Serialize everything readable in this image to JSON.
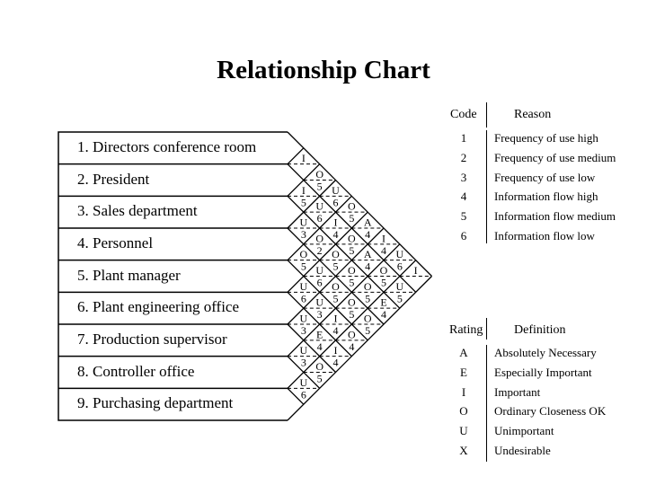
{
  "title": "Relationship Chart",
  "departments": [
    "1. Directors conference room",
    "2. President",
    "3. Sales department",
    "4. Personnel",
    "5. Plant manager",
    "6. Plant engineering office",
    "7. Production supervisor",
    "8. Controller office",
    "9. Purchasing department"
  ],
  "relationships": [
    {
      "pair": [
        1,
        2
      ],
      "rating": "I",
      "reason": ""
    },
    {
      "pair": [
        1,
        3
      ],
      "rating": "O",
      "reason": "5"
    },
    {
      "pair": [
        1,
        4
      ],
      "rating": "U",
      "reason": "6"
    },
    {
      "pair": [
        1,
        5
      ],
      "rating": "O",
      "reason": "5"
    },
    {
      "pair": [
        1,
        6
      ],
      "rating": "A",
      "reason": "4"
    },
    {
      "pair": [
        1,
        7
      ],
      "rating": "I",
      "reason": "4"
    },
    {
      "pair": [
        1,
        8
      ],
      "rating": "U",
      "reason": "6"
    },
    {
      "pair": [
        1,
        9
      ],
      "rating": "I",
      "reason": ""
    },
    {
      "pair": [
        2,
        3
      ],
      "rating": "I",
      "reason": "5"
    },
    {
      "pair": [
        2,
        4
      ],
      "rating": "U",
      "reason": "6"
    },
    {
      "pair": [
        2,
        5
      ],
      "rating": "I",
      "reason": "4"
    },
    {
      "pair": [
        2,
        6
      ],
      "rating": "O",
      "reason": "5"
    },
    {
      "pair": [
        2,
        7
      ],
      "rating": "A",
      "reason": "4"
    },
    {
      "pair": [
        2,
        8
      ],
      "rating": "O",
      "reason": "5"
    },
    {
      "pair": [
        2,
        9
      ],
      "rating": "U",
      "reason": "5"
    },
    {
      "pair": [
        3,
        4
      ],
      "rating": "U",
      "reason": "3"
    },
    {
      "pair": [
        3,
        5
      ],
      "rating": "O",
      "reason": "2"
    },
    {
      "pair": [
        3,
        6
      ],
      "rating": "O",
      "reason": "5"
    },
    {
      "pair": [
        3,
        7
      ],
      "rating": "O",
      "reason": "5"
    },
    {
      "pair": [
        3,
        8
      ],
      "rating": "O",
      "reason": "5"
    },
    {
      "pair": [
        3,
        9
      ],
      "rating": "E",
      "reason": "4"
    },
    {
      "pair": [
        4,
        5
      ],
      "rating": "O",
      "reason": "5"
    },
    {
      "pair": [
        4,
        6
      ],
      "rating": "U",
      "reason": "6"
    },
    {
      "pair": [
        4,
        7
      ],
      "rating": "O",
      "reason": "5"
    },
    {
      "pair": [
        4,
        8
      ],
      "rating": "O",
      "reason": "5"
    },
    {
      "pair": [
        4,
        9
      ],
      "rating": "O",
      "reason": "5"
    },
    {
      "pair": [
        5,
        6
      ],
      "rating": "U",
      "reason": "6"
    },
    {
      "pair": [
        5,
        7
      ],
      "rating": "U",
      "reason": "3"
    },
    {
      "pair": [
        5,
        8
      ],
      "rating": "I",
      "reason": "4"
    },
    {
      "pair": [
        5,
        9
      ],
      "rating": "O",
      "reason": "4"
    },
    {
      "pair": [
        6,
        7
      ],
      "rating": "U",
      "reason": "3"
    },
    {
      "pair": [
        6,
        8
      ],
      "rating": "E",
      "reason": "4"
    },
    {
      "pair": [
        6,
        9
      ],
      "rating": "I",
      "reason": "4"
    },
    {
      "pair": [
        7,
        8
      ],
      "rating": "U",
      "reason": "3"
    },
    {
      "pair": [
        7,
        9
      ],
      "rating": "O",
      "reason": "5"
    },
    {
      "pair": [
        8,
        9
      ],
      "rating": "U",
      "reason": "6"
    }
  ],
  "reason_legend": {
    "code_header": "Code",
    "reason_header": "Reason",
    "items": [
      {
        "code": "1",
        "reason": "Frequency of use high"
      },
      {
        "code": "2",
        "reason": "Frequency of use medium"
      },
      {
        "code": "3",
        "reason": "Frequency of use low"
      },
      {
        "code": "4",
        "reason": "Information flow high"
      },
      {
        "code": "5",
        "reason": "Information flow medium"
      },
      {
        "code": "6",
        "reason": "Information flow low"
      }
    ]
  },
  "rating_legend": {
    "rating_header": "Rating",
    "definition_header": "Definition",
    "items": [
      {
        "rating": "A",
        "definition": "Absolutely Necessary"
      },
      {
        "rating": "E",
        "definition": "Especially Important"
      },
      {
        "rating": "I",
        "definition": "Important"
      },
      {
        "rating": "O",
        "definition": "Ordinary Closeness OK"
      },
      {
        "rating": "U",
        "definition": "Unimportant"
      },
      {
        "rating": "X",
        "definition": "Undesirable"
      }
    ]
  }
}
